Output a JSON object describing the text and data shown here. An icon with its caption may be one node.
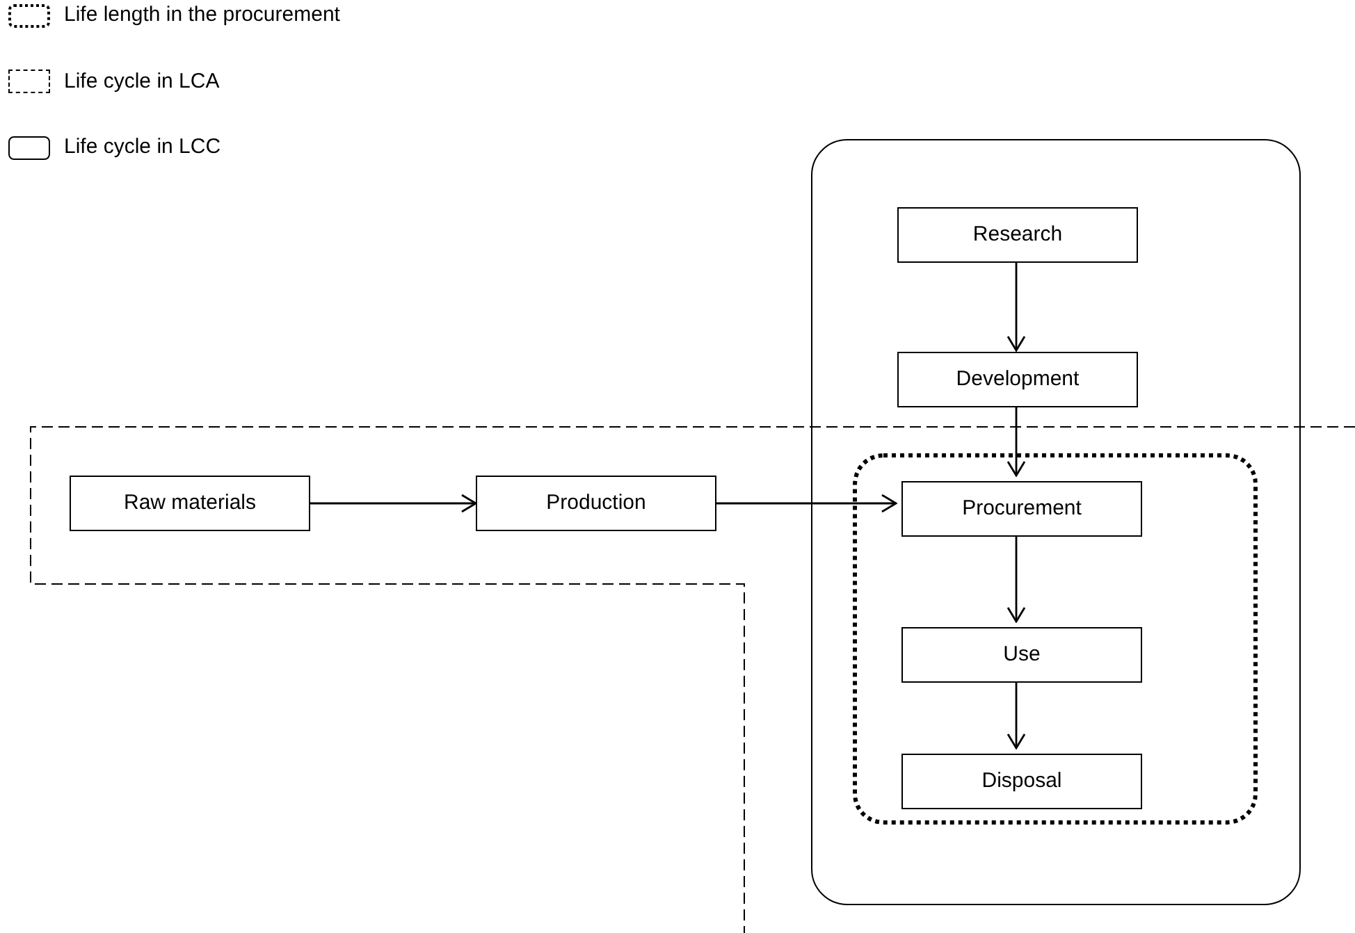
{
  "diagram": {
    "nodes": [
      {
        "text": [],
        "shape": "box"
      },
      {
        "text": [
          "Research"
        ],
        "in": 0
      },
      {
        "text": [
          "Development"
        ],
        "in": 0
      },
      {
        "text": [],
        "shape": "box",
        "in": 0
      },
      {
        "text": [
          "Procurement"
        ],
        "in": 3
      },
      {
        "text": [
          "Use"
        ],
        "in": 3
      },
      {
        "text": [
          "Disposal"
        ],
        "in": 3
      },
      {
        "text": [
          "Raw materials"
        ]
      },
      {
        "text": [
          "Production"
        ]
      }
    ],
    "edges": [
      {
        "from": 1,
        "to": 2,
        "arrow": "to"
      },
      {
        "from": 2,
        "to": 4,
        "arrow": "to"
      },
      {
        "from": 4,
        "to": 5,
        "arrow": "to"
      },
      {
        "from": 5,
        "to": 6,
        "arrow": "to"
      },
      {
        "from": 7,
        "to": 8,
        "arrow": "to"
      },
      {
        "from": 8,
        "to": 4,
        "arrow": "to"
      }
    ],
    "legend": [
      {
        "text": "Life length in the procurement"
      },
      {
        "text": "Life cycle in LCA"
      },
      {
        "text": "Life cycle in LCC"
      }
    ]
  }
}
